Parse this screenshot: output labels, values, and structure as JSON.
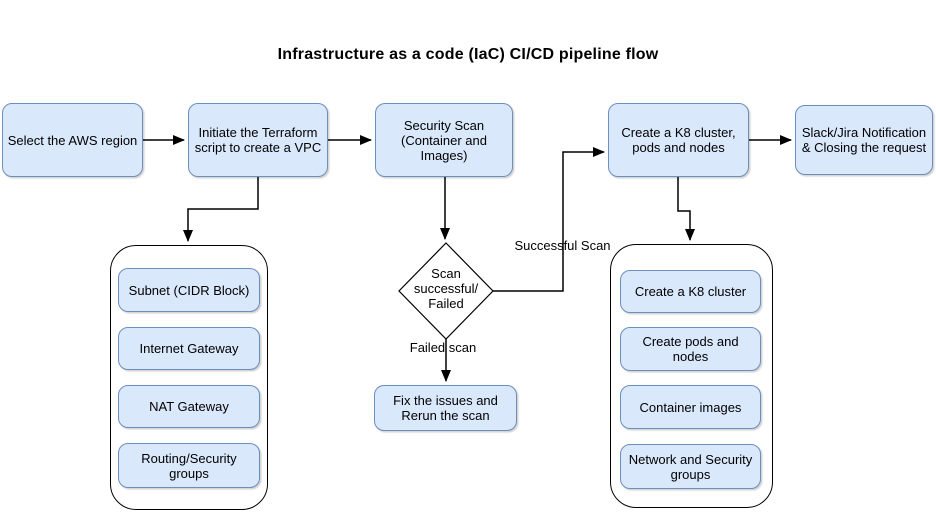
{
  "title": "Infrastructure as a code (IaC) CI/CD pipeline flow",
  "colors": {
    "node_fill": "#dae8fc",
    "node_border": "#6c8ebf",
    "container_fill": "#ffffff",
    "line": "#000000",
    "text": "#000000"
  },
  "nodes": {
    "select_region": "Select the AWS region",
    "terraform_vpc": "Initiate the Terraform script to create a VPC",
    "security_scan": "Security Scan (Container and Images)",
    "k8_cluster": "Create a K8 cluster, pods and nodes",
    "notification": "Slack/Jira Notification & Closing the request",
    "fix_issues": "Fix the issues and Rerun the scan"
  },
  "decision": {
    "label": "Scan successful/ Failed"
  },
  "edge_labels": {
    "successful": "Successful Scan",
    "failed": "Failed scan"
  },
  "vpc_group": {
    "items": [
      "Subnet (CIDR Block)",
      "Internet Gateway",
      "NAT Gateway",
      "Routing/Security groups"
    ]
  },
  "k8_group": {
    "items": [
      "Create a K8 cluster",
      "Create pods and nodes",
      "Container images",
      "Network and Security groups"
    ]
  }
}
